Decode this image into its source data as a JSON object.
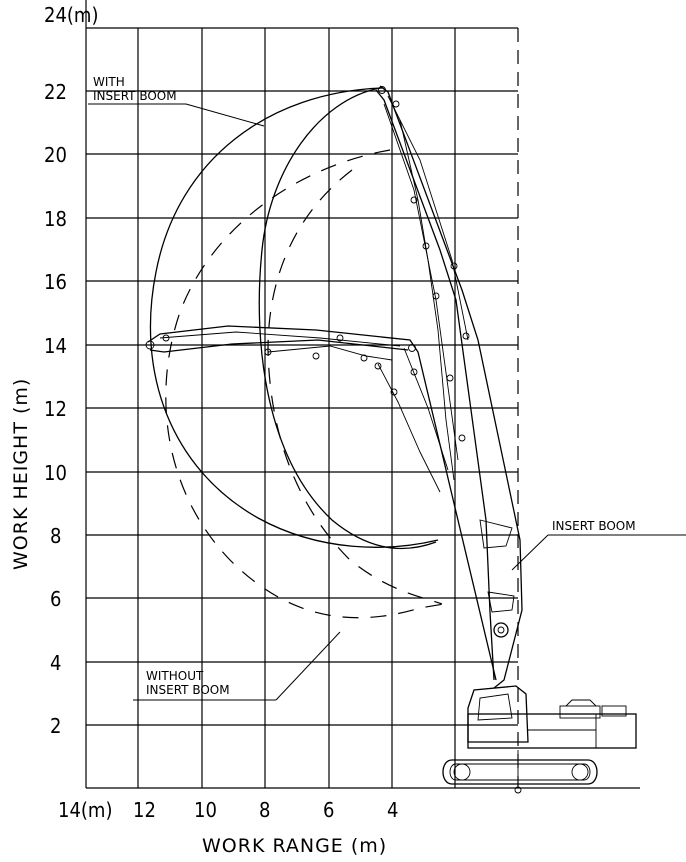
{
  "chart_data": {
    "type": "diagram",
    "xlabel": "WORK RANGE (m)",
    "ylabel": "WORK HEIGHT (m)",
    "x_ticks": [
      "14(m)",
      "12",
      "10",
      "8",
      "6",
      "4"
    ],
    "y_ticks": [
      "2",
      "4",
      "6",
      "8",
      "10",
      "12",
      "14",
      "16",
      "18",
      "20",
      "22",
      "24(m)"
    ],
    "xlim": [
      14,
      0
    ],
    "ylim": [
      0,
      24
    ],
    "grid": true,
    "annotations": {
      "with_insert_line1": "WITH",
      "with_insert_line2": "INSERT BOOM",
      "insert_boom": "INSERT BOOM",
      "without_insert_line1": "WITHOUT",
      "without_insert_line2": "INSERT BOOM"
    }
  }
}
